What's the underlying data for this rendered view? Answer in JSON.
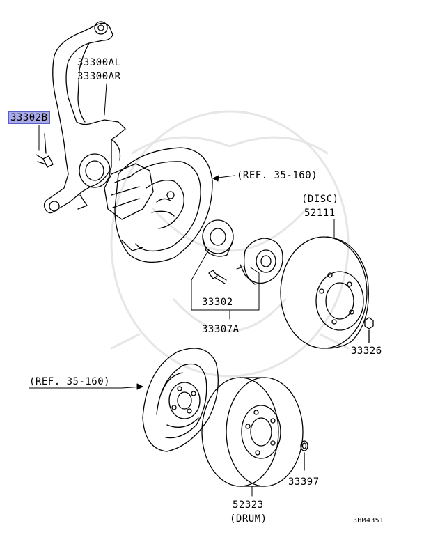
{
  "labels": {
    "knuckle_l": "33300AL",
    "knuckle_r": "33300AR",
    "bolt_highlight": "33302B",
    "ref_top": "(REF. 35-160)",
    "disc_note": "(DISC)",
    "disc_part": "52111",
    "bolt": "33302",
    "hub_assy": "33307A",
    "nut": "33326",
    "ref_bottom": "(REF. 35-160)",
    "drum_part": "52323",
    "drum_note": "(DRUM)",
    "ring": "33397",
    "figure_code": "3HM4351"
  },
  "colors": {
    "highlight_fill": "#a9aae8",
    "highlight_border": "#5a5cc8",
    "line": "#000000",
    "watermark": "#e6e6e6"
  }
}
